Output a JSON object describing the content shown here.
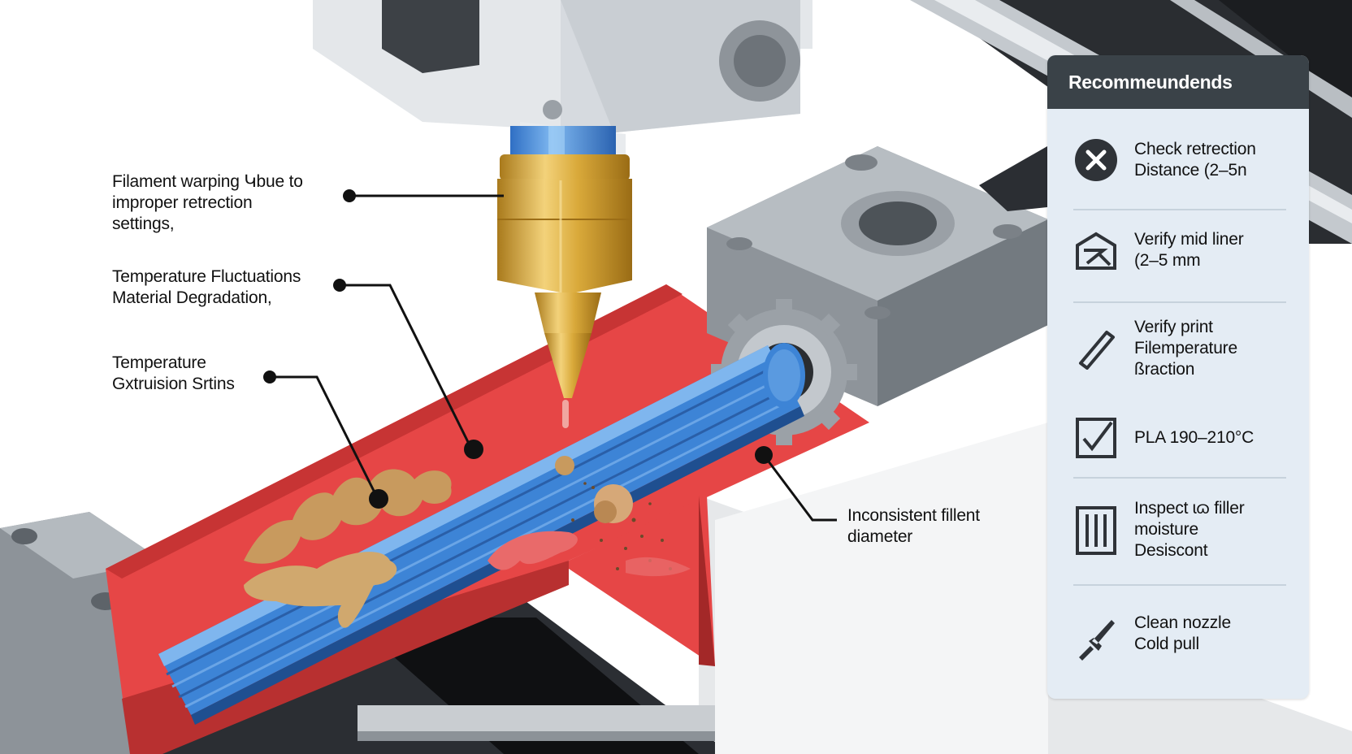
{
  "callouts": [
    {
      "id": "warping",
      "text": "Filament warping Կbue to\nimproper retrection\nsettings,"
    },
    {
      "id": "temp-fluct",
      "text": "Temperature Fluctuations\nMaterial Degradation,"
    },
    {
      "id": "extrusion",
      "text": "Temperature\nGxtruision Srtins"
    },
    {
      "id": "diameter",
      "text": "Inconsistent fillent\ndiameter"
    }
  ],
  "panel": {
    "title": "Recommeundends",
    "items": [
      {
        "icon": "close-circle-icon",
        "text": "Check retrection\nDistance (2–5n"
      },
      {
        "icon": "envelope-icon",
        "text": "Verify mid liner\n(2–5 mm"
      },
      {
        "icon": "pencil-icon",
        "text": "Verify print\nFilemperature\nßraction"
      },
      {
        "icon": "frame-check-icon",
        "text": "PLA 190–210°C"
      },
      {
        "icon": "filter-grid-icon",
        "text": "Inspect ɩɷ filler\nmoisture\nDesiscont"
      },
      {
        "icon": "nozzle-brush-icon",
        "text": "Clean nozzle\nCold pull"
      }
    ]
  },
  "colors": {
    "filament": "#4a8fdc",
    "bed": "#e84848",
    "brass": "#d6a93c",
    "frame": "#a7adb3",
    "panel_bg": "#e4ecf4",
    "panel_header": "#3a4248",
    "blob": "#c89a5e"
  }
}
